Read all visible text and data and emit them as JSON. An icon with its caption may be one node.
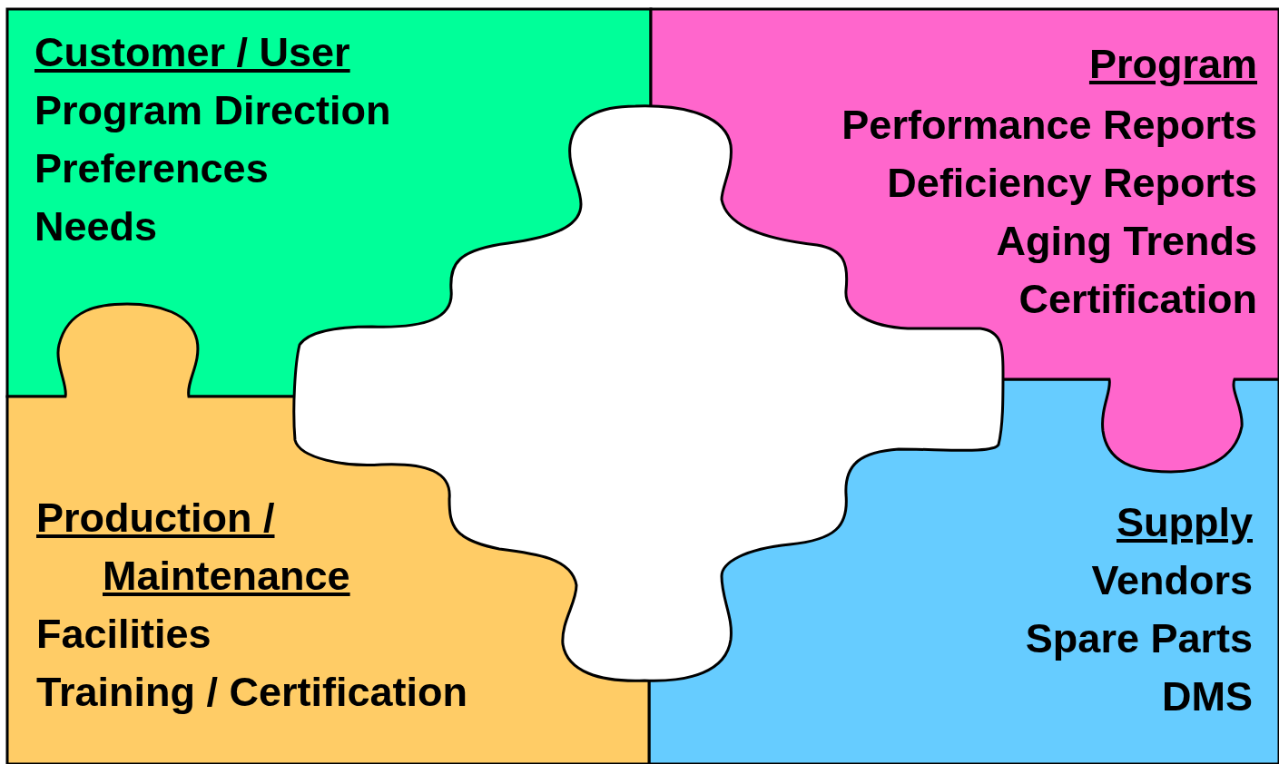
{
  "diagram": {
    "nodes": [
      {
        "text": [
          "Customer / User",
          "Program Direction",
          "Preferences",
          "Needs"
        ]
      },
      {
        "text": [
          "Program",
          "Performance Reports",
          "Deficiency Reports",
          "Aging Trends",
          "Certification"
        ]
      },
      {
        "text": [
          "Production / Maintenance",
          "Facilities",
          "Training / Certification"
        ]
      },
      {
        "text": [
          "Supply",
          "Vendors",
          "Spare Parts",
          "DMS"
        ]
      },
      {
        "text": [],
        "shape": "puzzle"
      }
    ]
  }
}
